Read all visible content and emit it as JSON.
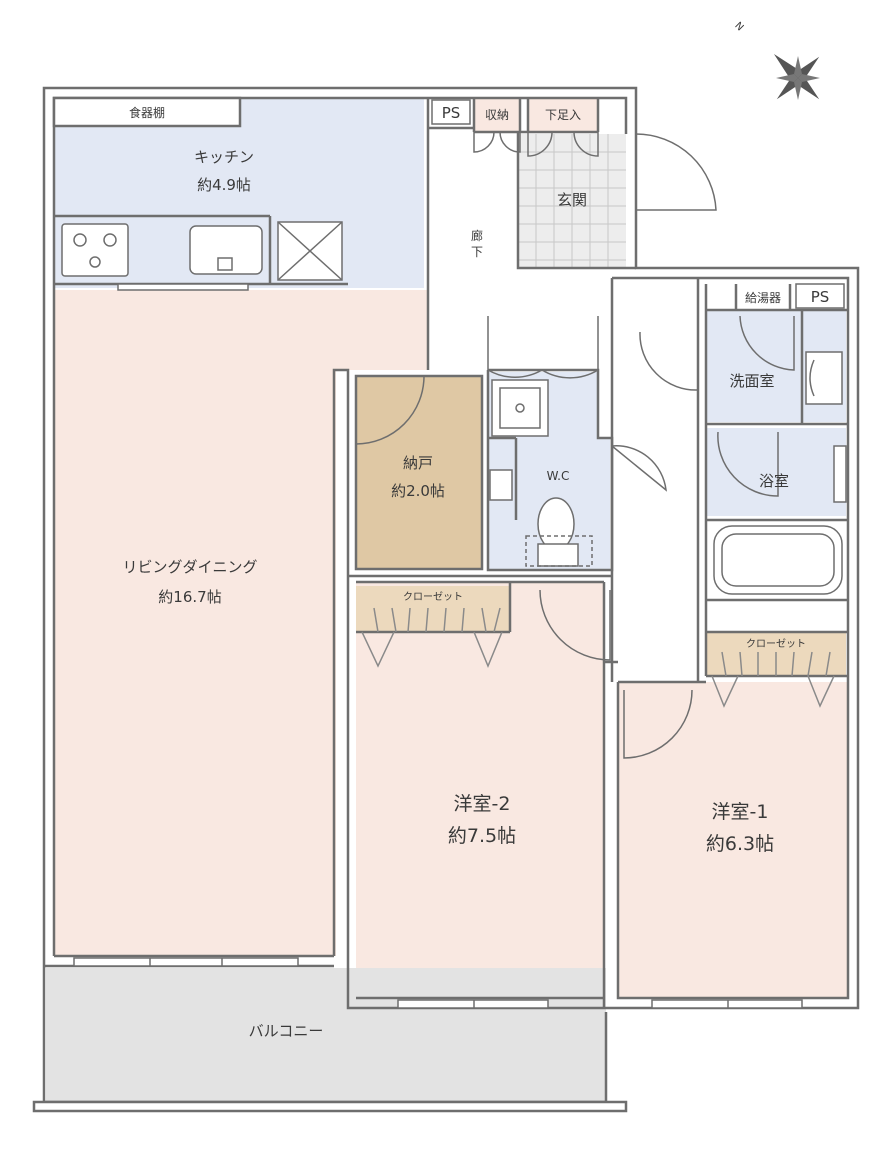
{
  "compass": {
    "north_label": "N"
  },
  "rooms": {
    "kitchen": {
      "name": "キッチン",
      "size": "約4.9帖"
    },
    "living": {
      "name": "リビングダイニング",
      "size": "約16.7帖"
    },
    "storage_nando": {
      "name": "納戸",
      "size": "約2.0帖"
    },
    "western2": {
      "name": "洋室-2",
      "size": "約7.5帖"
    },
    "western1": {
      "name": "洋室-1",
      "size": "約6.3帖"
    },
    "entrance": {
      "name": "玄関"
    },
    "hallway": {
      "name": "廊下"
    },
    "wc": {
      "name": "W.C"
    },
    "washroom": {
      "name": "洗面室"
    },
    "bathroom": {
      "name": "浴室"
    },
    "balcony": {
      "name": "バルコニー"
    }
  },
  "labels": {
    "dish_shelf": "食器棚",
    "ps_top": "PS",
    "ps_right": "PS",
    "shuno": "収納",
    "shoe_box": "下足入",
    "water_heater": "給湯器",
    "closet2": "クローゼット",
    "closet1": "クローゼット"
  },
  "colors": {
    "wall": "#6e6e6e",
    "kitchen_floor": "#e2e8f4",
    "living_floor": "#f9e8e1",
    "nando_floor": "#dfc8a4",
    "wet_floor": "#e2e8f4",
    "balcony_floor": "#e3e3e3",
    "closet_floor": "#ecd9bd",
    "entrance_tile": "#ededed"
  }
}
